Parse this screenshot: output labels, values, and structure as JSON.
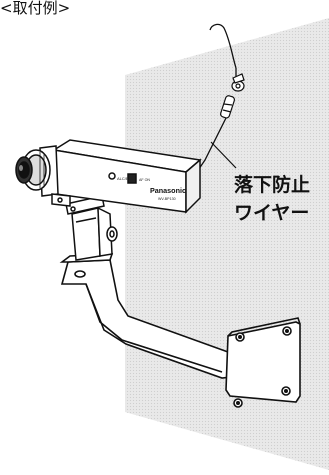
{
  "figure": {
    "heading": "<取付例>",
    "callout": {
      "line1": "落下防止",
      "line2": "ワイヤー"
    },
    "camera": {
      "brand": "Panasonic",
      "model_label": "WV-BP130",
      "button_label": "ALC/ELC",
      "switch_label": "AF ON"
    }
  }
}
